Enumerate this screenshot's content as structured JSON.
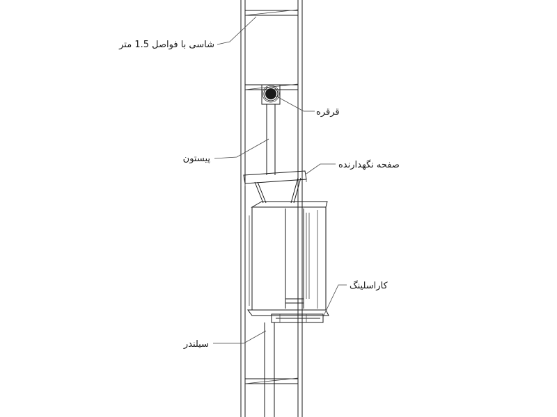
{
  "labels": {
    "chassis": "شاسی با فواصل 1.5 متر",
    "pulley": "قرقره",
    "piston": "پیستون",
    "holding_plate": "صفحه  نگهدارنده",
    "car_sling": "کاراسلینگ",
    "cylinder": "سیلندر"
  },
  "colors": {
    "line": "#1a1a1a",
    "background": "#ffffff"
  }
}
